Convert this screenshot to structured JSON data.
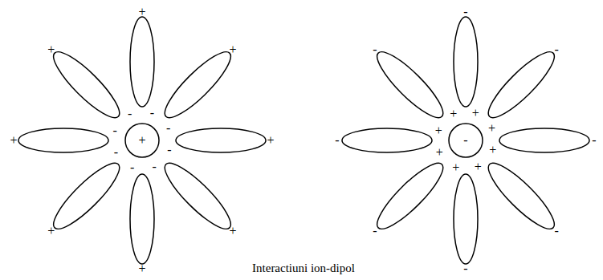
{
  "diagram": {
    "caption": "Interactiuni ion-dipol",
    "nodes": [
      {
        "text": [
          "+"
        ]
      },
      {
        "text": [
          "-"
        ]
      }
    ],
    "labels": [
      "+",
      "+",
      "+",
      "+",
      "+",
      "+",
      "+",
      "+",
      "-",
      "-",
      "-",
      "-",
      "-",
      "-",
      "-",
      "-",
      "-",
      "-",
      "-",
      "-",
      "-",
      "-",
      "-",
      "-",
      "+",
      "+",
      "+",
      "+",
      "+",
      "+",
      "+",
      "+"
    ]
  }
}
